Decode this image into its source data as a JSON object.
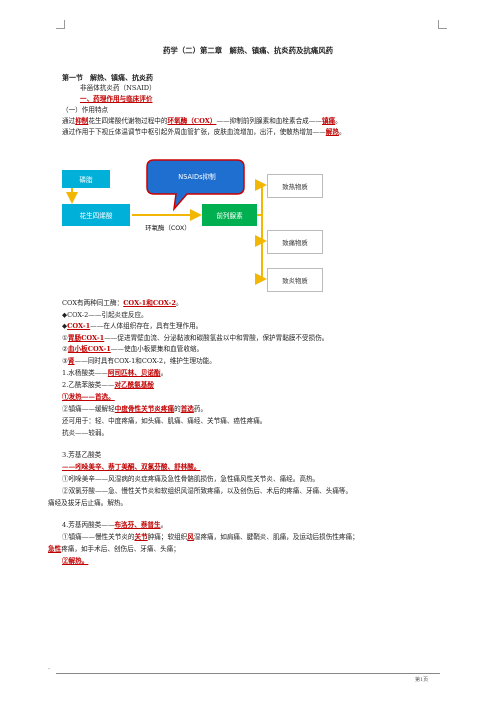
{
  "header": {
    "title": "药学（二）第二章　解热、镇痛、抗炎药及抗痛风药"
  },
  "section": {
    "heading": "第一节　解热、镇痛、抗炎药",
    "subtitle": "非甾体抗炎药（NSAID）"
  },
  "subsection1": "一、药理作用与临床评价",
  "point1": "（一）作用特点",
  "para1": {
    "a": "通过",
    "b": "抑制",
    "c": "花生四烯酸代谢物过程中的",
    "d": "环氧酶（COX）",
    "e": "——抑制前列腺素和血栓素合成——",
    "f": "镇痛",
    "g": "。"
  },
  "para2": {
    "a": "通过作用于下视丘体温调节中枢引起外周血管扩张，皮肤血流增加，出汗，使散热增加——",
    "b": "解热",
    "c": "。"
  },
  "diagram": {
    "box1": "磷脂",
    "box2": "花生四烯酸",
    "callout": "NSAIDs抑制",
    "enzyme": "环氧酶（COX）",
    "box3": "前列腺素",
    "outputs": [
      "致热物质",
      "致痛物质",
      "致炎物质"
    ]
  },
  "cox": {
    "intro_a": "COX有两种同工酶：",
    "intro_b": "COX-1和COX-2",
    "intro_c": "。",
    "line1": "◆COX-2——引起炎症反应。",
    "line2_a": "◆",
    "line2_b": "COX-1",
    "line2_c": "——在人体组织存在，具有生理作用。",
    "line3_a": "①",
    "line3_b": "胃肠COX-1",
    "line3_c": "——促进胃壁血流、分泌黏液和碳酸氢盐以中和胃酸，保护胃黏膜不受损伤。",
    "line4_a": "②",
    "line4_b": "血小板COX-1",
    "line4_c": "——使血小板聚集和血管收缩。",
    "line5_a": "③",
    "line5_b": "肾",
    "line5_c": "——同时具有COX-1和COX-2，维护生理功能。"
  },
  "class1_a": "1.水杨酸类——",
  "class1_b": "阿司匹林、贝诺酯",
  "class1_c": "。",
  "class2_a": "2.乙酰苯胺类——",
  "class2_b": "对乙酰氨基酚",
  "class2_l1": "①发热——首选。",
  "class2_l2_a": "②镇痛——缓解轻",
  "class2_l2_b": "中度骨性关节炎疼痛",
  "class2_l2_c": "的",
  "class2_l2_d": "首选",
  "class2_l2_e": "药。",
  "class2_l3": "还可用于：轻、中度疼痛，如头痛、肌痛、痛经、关节痛、癌性疼痛。",
  "class2_l4": "抗炎——较弱。",
  "class3_title": "3.芳基乙酸类",
  "class3_l1": "——吲哚美辛、萘丁美酮、双氯芬酸、舒林酸。",
  "class3_l2": "①吲哚美辛——风湿病的炎症疼痛及急性骨骼肌损伤，急性痛风性关节炎、痛经。高热。",
  "class3_l3": "②双氯芬酸——急、慢性关节炎和软组织风湿所致疼痛，以及创伤后、术后的疼痛、牙痛、头痛等。",
  "class3_l4": "痛经及拔牙后止痛。解热。",
  "class4_a": "4.芳基丙酸类——",
  "class4_b": "布洛芬、萘普生",
  "class4_c": "。",
  "class4_l1_a": "①镇痛——慢性关节炎的",
  "class4_l1_b": "关节",
  "class4_l1_c": "肿痛；软组织",
  "class4_l1_d": "风",
  "class4_l1_e": "湿疼痛，如肩痛、腱鞘炎、肌痛，及运动后损伤性疼痛；",
  "class4_l2_a": "急性",
  "class4_l2_b": "疼痛，如手术后、创伤后、牙痛、头痛；",
  "class4_l3": "②解热。",
  "footer": {
    "left_mark": "、",
    "page": "第1页"
  }
}
